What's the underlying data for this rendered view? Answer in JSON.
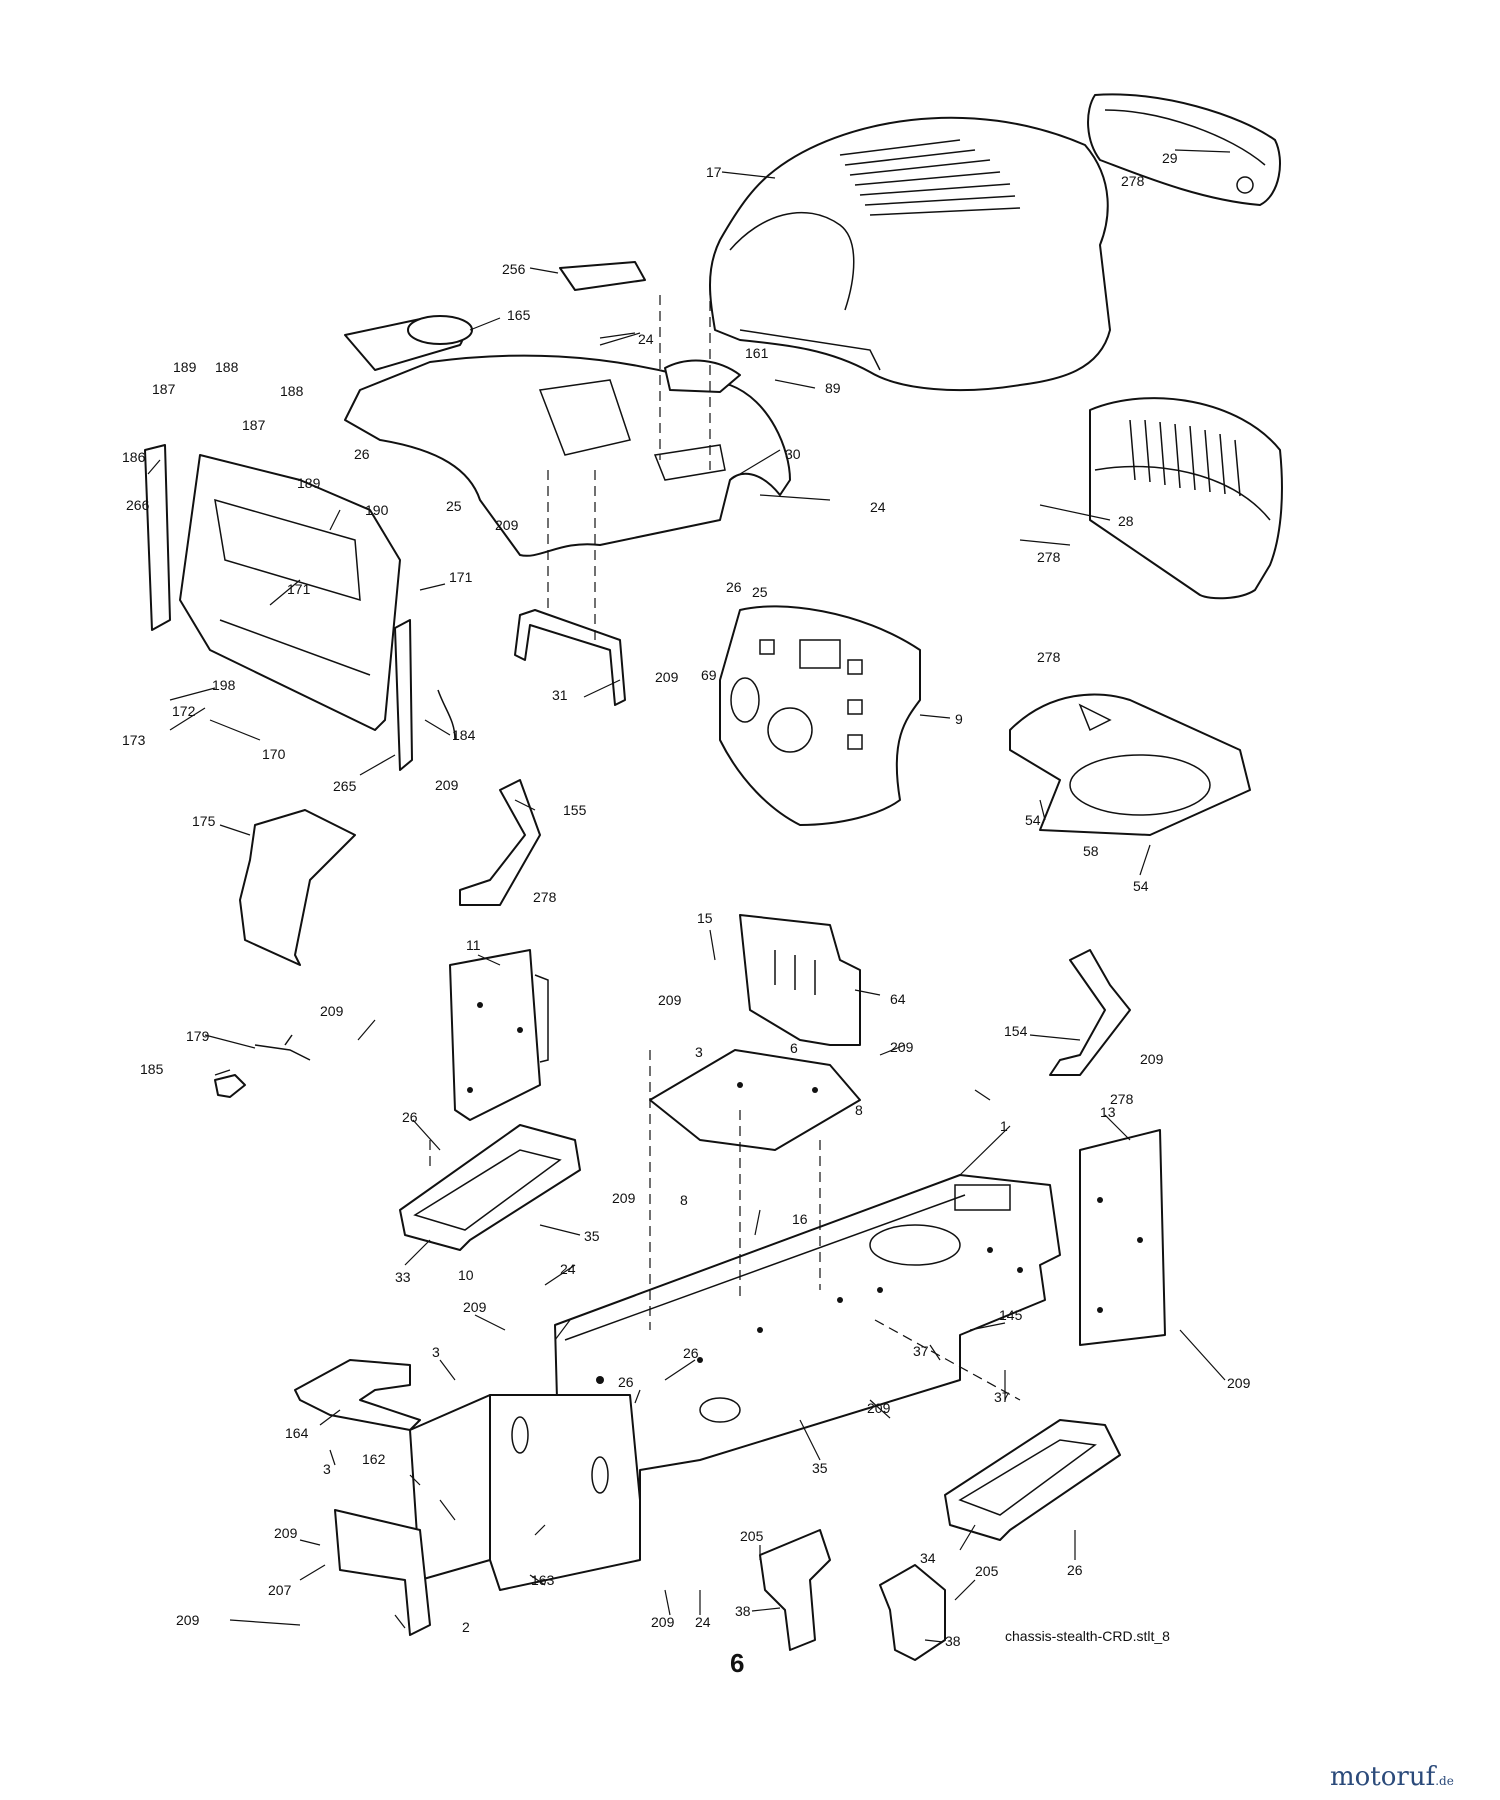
{
  "diagram": {
    "callouts": [
      {
        "id": "c-17",
        "text": "17"
      },
      {
        "id": "c-29",
        "text": "29"
      },
      {
        "id": "c-278a",
        "text": "278"
      },
      {
        "id": "c-256",
        "text": "256"
      },
      {
        "id": "c-165",
        "text": "165"
      },
      {
        "id": "c-24a",
        "text": "24"
      },
      {
        "id": "c-161",
        "text": "161"
      },
      {
        "id": "c-89",
        "text": "89"
      },
      {
        "id": "c-189a",
        "text": "189"
      },
      {
        "id": "c-188a",
        "text": "188"
      },
      {
        "id": "c-187a",
        "text": "187"
      },
      {
        "id": "c-188b",
        "text": "188"
      },
      {
        "id": "c-187b",
        "text": "187"
      },
      {
        "id": "c-186",
        "text": "186"
      },
      {
        "id": "c-189b",
        "text": "189"
      },
      {
        "id": "c-26a",
        "text": "26"
      },
      {
        "id": "c-25a",
        "text": "25"
      },
      {
        "id": "c-30",
        "text": "30"
      },
      {
        "id": "c-24b",
        "text": "24"
      },
      {
        "id": "c-28",
        "text": "28"
      },
      {
        "id": "c-278b",
        "text": "278"
      },
      {
        "id": "c-266",
        "text": "266"
      },
      {
        "id": "c-190",
        "text": "190"
      },
      {
        "id": "c-209a",
        "text": "209"
      },
      {
        "id": "c-26b",
        "text": "26"
      },
      {
        "id": "c-25b",
        "text": "25"
      },
      {
        "id": "c-171a",
        "text": "171"
      },
      {
        "id": "c-171b",
        "text": "171"
      },
      {
        "id": "c-278c",
        "text": "278"
      },
      {
        "id": "c-198",
        "text": "198"
      },
      {
        "id": "c-172",
        "text": "172"
      },
      {
        "id": "c-173",
        "text": "173"
      },
      {
        "id": "c-170",
        "text": "170"
      },
      {
        "id": "c-31",
        "text": "31"
      },
      {
        "id": "c-209b",
        "text": "209"
      },
      {
        "id": "c-69",
        "text": "69"
      },
      {
        "id": "c-9",
        "text": "9"
      },
      {
        "id": "c-184",
        "text": "184"
      },
      {
        "id": "c-265",
        "text": "265"
      },
      {
        "id": "c-209c",
        "text": "209"
      },
      {
        "id": "c-155",
        "text": "155"
      },
      {
        "id": "c-175",
        "text": "175"
      },
      {
        "id": "c-54a",
        "text": "54"
      },
      {
        "id": "c-58",
        "text": "58"
      },
      {
        "id": "c-54b",
        "text": "54"
      },
      {
        "id": "c-278d",
        "text": "278"
      },
      {
        "id": "c-15",
        "text": "15"
      },
      {
        "id": "c-11",
        "text": "11"
      },
      {
        "id": "c-64",
        "text": "64"
      },
      {
        "id": "c-209d",
        "text": "209"
      },
      {
        "id": "c-209e",
        "text": "209"
      },
      {
        "id": "c-3a",
        "text": "3"
      },
      {
        "id": "c-6",
        "text": "6"
      },
      {
        "id": "c-209f",
        "text": "209"
      },
      {
        "id": "c-154",
        "text": "154"
      },
      {
        "id": "c-209g",
        "text": "209"
      },
      {
        "id": "c-179",
        "text": "179"
      },
      {
        "id": "c-185",
        "text": "185"
      },
      {
        "id": "c-8a",
        "text": "8"
      },
      {
        "id": "c-278e",
        "text": "278"
      },
      {
        "id": "c-26c",
        "text": "26"
      },
      {
        "id": "c-1",
        "text": "1"
      },
      {
        "id": "c-209h",
        "text": "209"
      },
      {
        "id": "c-13",
        "text": "13"
      },
      {
        "id": "c-8b",
        "text": "8"
      },
      {
        "id": "c-16",
        "text": "16"
      },
      {
        "id": "c-35a",
        "text": "35"
      },
      {
        "id": "c-33",
        "text": "33"
      },
      {
        "id": "c-10",
        "text": "10"
      },
      {
        "id": "c-24c",
        "text": "24"
      },
      {
        "id": "c-209i",
        "text": "209"
      },
      {
        "id": "c-145",
        "text": "145"
      },
      {
        "id": "c-37a",
        "text": "37"
      },
      {
        "id": "c-3b",
        "text": "3"
      },
      {
        "id": "c-26d",
        "text": "26"
      },
      {
        "id": "c-26e",
        "text": "26"
      },
      {
        "id": "c-209j",
        "text": "209"
      },
      {
        "id": "c-37b",
        "text": "37"
      },
      {
        "id": "c-209k",
        "text": "209"
      },
      {
        "id": "c-164",
        "text": "164"
      },
      {
        "id": "c-3c",
        "text": "3"
      },
      {
        "id": "c-35b",
        "text": "35"
      },
      {
        "id": "c-162",
        "text": "162"
      },
      {
        "id": "c-34",
        "text": "34"
      },
      {
        "id": "c-209l",
        "text": "209"
      },
      {
        "id": "c-207",
        "text": "207"
      },
      {
        "id": "c-209m",
        "text": "209"
      },
      {
        "id": "c-24d",
        "text": "24"
      },
      {
        "id": "c-26f",
        "text": "26"
      },
      {
        "id": "c-163",
        "text": "163"
      },
      {
        "id": "c-205a",
        "text": "205"
      },
      {
        "id": "c-205b",
        "text": "205"
      },
      {
        "id": "c-209n",
        "text": "209"
      },
      {
        "id": "c-2",
        "text": "2"
      },
      {
        "id": "c-38a",
        "text": "38"
      },
      {
        "id": "c-38b",
        "text": "38"
      }
    ]
  },
  "footer": {
    "filename": "chassis-stealth-CRD.stlt_8",
    "page_number": "6",
    "watermark_main": "motoruf",
    "watermark_tld": ".de"
  }
}
